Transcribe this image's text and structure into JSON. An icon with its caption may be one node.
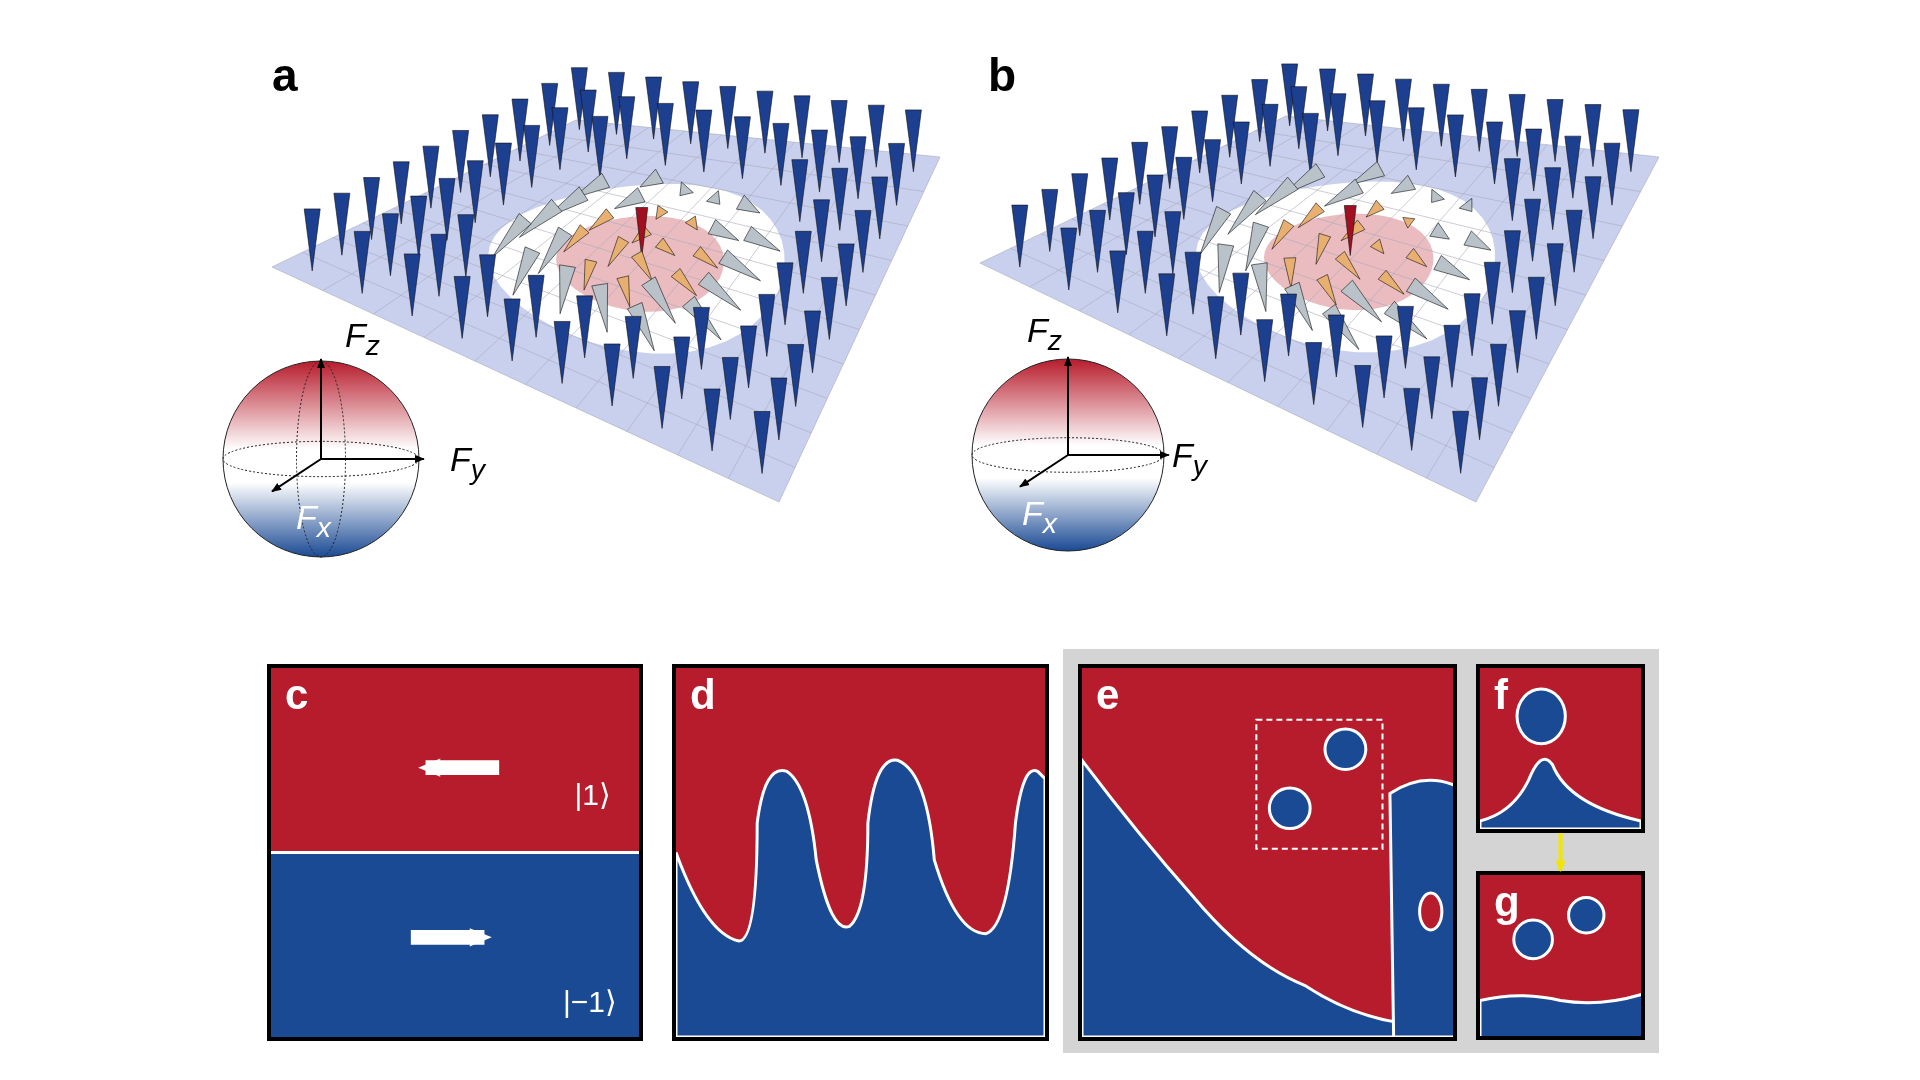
{
  "diagram": {
    "nodes": [
      {
        "text": [
          "c",
          "|1⟩",
          "|−1⟩"
        ]
      },
      {
        "text": [
          "d"
        ]
      },
      {
        "text": [],
        "shape": "box"
      },
      {
        "text": [
          "e"
        ],
        "in": 2
      },
      {
        "text": [
          "f"
        ],
        "in": 2
      },
      {
        "text": [
          "g"
        ],
        "in": 2
      }
    ],
    "edges": [
      {
        "from": 4,
        "to": 5,
        "arrow": "to",
        "color": "#f2e600"
      }
    ],
    "labels": [
      "a",
      "F$_{z}$",
      "F$_{y}$",
      "F$_{x}$",
      "b",
      "F$_{z}$",
      "F$_{y}$",
      "F$_{x}$"
    ]
  }
}
